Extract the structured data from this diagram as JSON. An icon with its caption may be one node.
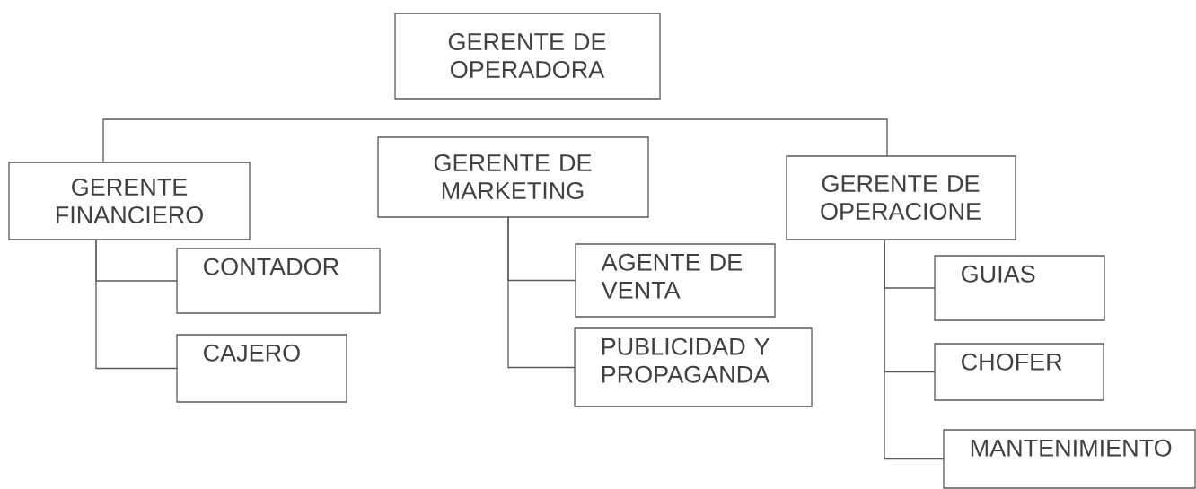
{
  "diagram": {
    "nodes": [
      {
        "text": [
          "GERENTE DE OPERADORA"
        ]
      },
      {
        "text": [
          "GERENTE FINANCIERO"
        ]
      },
      {
        "text": [
          "CONTADOR"
        ]
      },
      {
        "text": [
          "CAJERO"
        ]
      },
      {
        "text": [
          "GERENTE DE MARKETING"
        ]
      },
      {
        "text": [
          "AGENTE DE VENTA"
        ]
      },
      {
        "text": [
          "PUBLICIDAD Y PROPAGANDA"
        ]
      },
      {
        "text": [
          "GERENTE DE OPERACIONE"
        ]
      },
      {
        "text": [
          "GUIAS"
        ]
      },
      {
        "text": [
          "CHOFER"
        ]
      },
      {
        "text": [
          "MANTENIMIENTO"
        ]
      }
    ],
    "edges": [
      {
        "from": 1,
        "to": 7,
        "arrow": "none"
      },
      {
        "from": 1,
        "to": 2,
        "arrow": "none"
      },
      {
        "from": 1,
        "to": 3,
        "arrow": "none"
      },
      {
        "from": 4,
        "to": 5,
        "arrow": "none"
      },
      {
        "from": 4,
        "to": 6,
        "arrow": "none"
      },
      {
        "from": 7,
        "to": 8,
        "arrow": "none"
      },
      {
        "from": 7,
        "to": 9,
        "arrow": "none"
      },
      {
        "from": 7,
        "to": 10,
        "arrow": "none"
      }
    ]
  }
}
